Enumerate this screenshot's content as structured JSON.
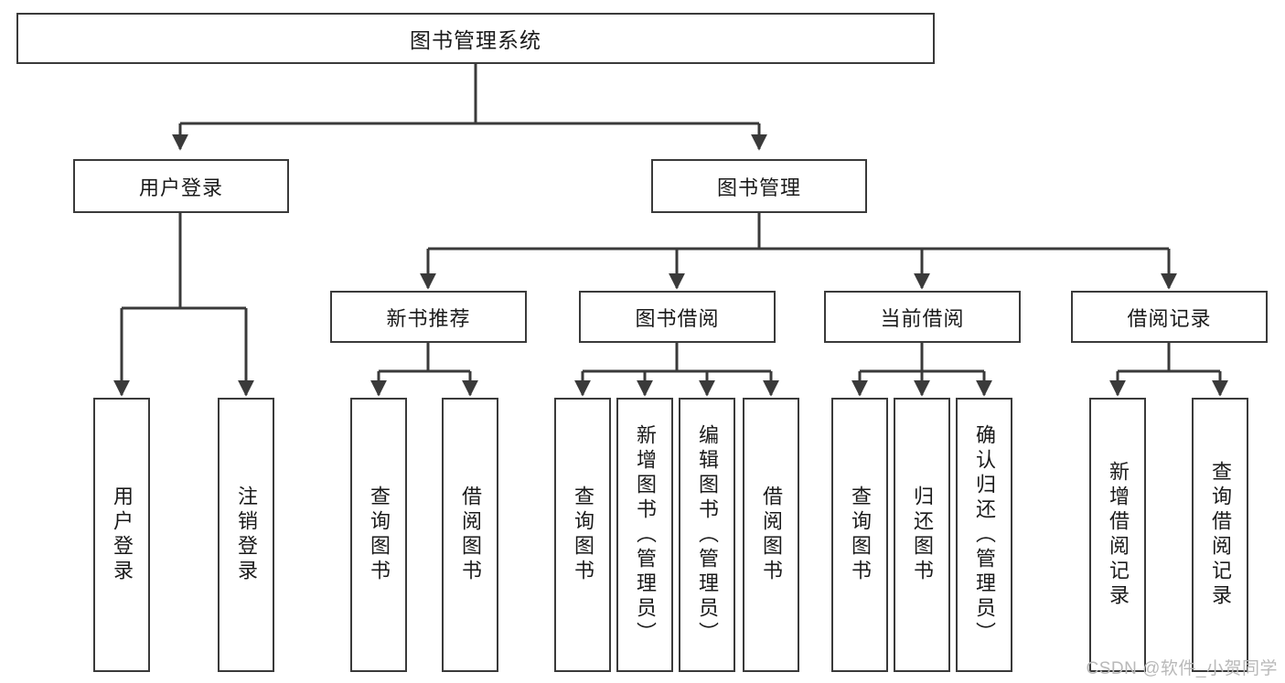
{
  "diagram": {
    "title": "图书管理系统",
    "type": "tree-hierarchy-chart",
    "colors": {
      "background": "#ffffff",
      "border": "#3a3a3a",
      "text": "#1a1a1a",
      "watermark": "#b9b9b9"
    },
    "root": {
      "label": "图书管理系统"
    },
    "level2": [
      {
        "label": "用户登录"
      },
      {
        "label": "图书管理"
      }
    ],
    "level3": [
      {
        "label": "新书推荐"
      },
      {
        "label": "图书借阅"
      },
      {
        "label": "当前借阅"
      },
      {
        "label": "借阅记录"
      }
    ],
    "leaves": {
      "user_login": [
        {
          "label": "用户登录"
        },
        {
          "label": "注销登录"
        }
      ],
      "new_book_recommend": [
        {
          "label": "查询图书"
        },
        {
          "label": "借阅图书"
        }
      ],
      "book_borrow": [
        {
          "label": "查询图书"
        },
        {
          "label": "新增图书（管理员）"
        },
        {
          "label": "编辑图书（管理员）"
        },
        {
          "label": "借阅图书"
        }
      ],
      "current_borrow": [
        {
          "label": "查询图书"
        },
        {
          "label": "归还图书"
        },
        {
          "label": "确认归还（管理员）"
        }
      ],
      "borrow_records": [
        {
          "label": "新增借阅记录"
        },
        {
          "label": "查询借阅记录"
        }
      ]
    }
  },
  "watermark": {
    "text": "CSDN @软件_小贺同学"
  }
}
